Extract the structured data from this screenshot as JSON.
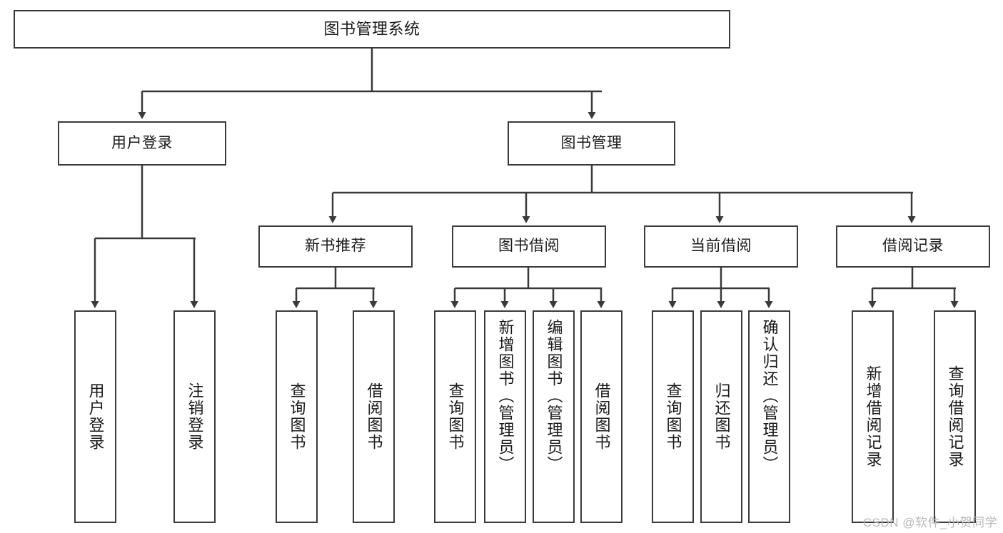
{
  "diagram": {
    "type": "tree",
    "title": "图书管理系统",
    "root": {
      "label": "图书管理系统"
    },
    "level1": [
      {
        "label": "用户登录"
      },
      {
        "label": "图书管理"
      }
    ],
    "level2": [
      {
        "label": "新书推荐"
      },
      {
        "label": "图书借阅"
      },
      {
        "label": "当前借阅"
      },
      {
        "label": "借阅记录"
      }
    ],
    "leaves": {
      "user_login": [
        {
          "label": "用户登录"
        },
        {
          "label": "注销登录"
        }
      ],
      "new_book_rec": [
        {
          "label": "查询图书"
        },
        {
          "label": "借阅图书"
        }
      ],
      "book_borrow": [
        {
          "label": "查询图书"
        },
        {
          "label": "新增图书（管理员）"
        },
        {
          "label": "编辑图书（管理员）"
        },
        {
          "label": "借阅图书"
        }
      ],
      "current_borrow": [
        {
          "label": "查询图书"
        },
        {
          "label": "归还图书"
        },
        {
          "label": "确认归还（管理员）"
        }
      ],
      "borrow_record": [
        {
          "label": "新增借阅记录"
        },
        {
          "label": "查询借阅记录"
        }
      ]
    }
  },
  "watermark": {
    "text": "CSDN @软件_小贺同学"
  },
  "colors": {
    "stroke": "#3a3a3a",
    "fill": "#ffffff",
    "text": "#1a1a1a",
    "watermark": "#b9b9b9"
  }
}
